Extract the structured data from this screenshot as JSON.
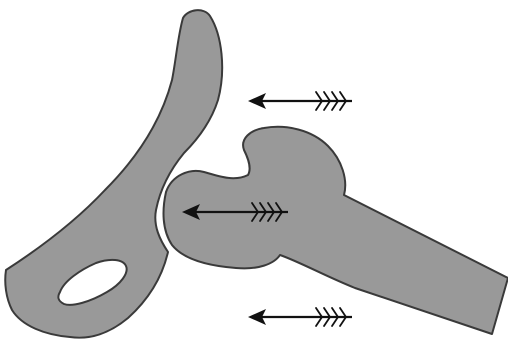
{
  "diagram": {
    "background_color": "#ffffff",
    "bone_fill": "#999999",
    "outline_color": "#3a3a3a",
    "arrow_color": "#111111",
    "arrow_count": 3,
    "arrow_direction": "left",
    "parts": [
      {
        "name": "pelvis-bone",
        "shape": "curved-wing-with-hole"
      },
      {
        "name": "femur-bone",
        "shape": "rounded-head-with-shaft"
      }
    ],
    "arrows": [
      {
        "name": "arrow-top",
        "style": "fletched-arrow"
      },
      {
        "name": "arrow-middle",
        "style": "fletched-arrow"
      },
      {
        "name": "arrow-bottom",
        "style": "fletched-arrow"
      }
    ]
  }
}
